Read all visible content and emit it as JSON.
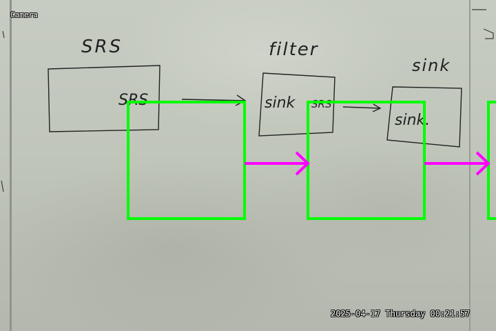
{
  "camera": {
    "title": "Camera",
    "timestamp": "2025-04-17 Thursday 00:21:57"
  },
  "whiteboard": {
    "headings": [
      "SRS",
      "filter",
      "sink"
    ],
    "box_labels": [
      "SRS",
      "sink",
      "SRS",
      "sink."
    ]
  },
  "overlay": {
    "detection_color": "#00ff00",
    "arrow_color": "#ff00ff",
    "detections": [
      "detection-box-1",
      "detection-box-2",
      "detection-box-3"
    ]
  }
}
